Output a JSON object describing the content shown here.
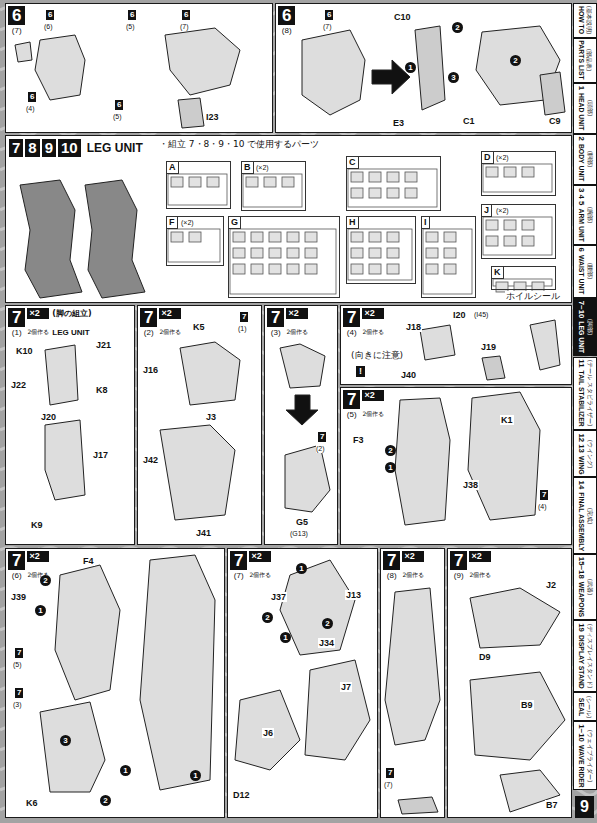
{
  "diagram": {
    "nodes": [
      {
        "text": [
          "6",
          "(7)"
        ]
      },
      {
        "text": [
          "6",
          "(8)"
        ]
      },
      {
        "text": [
          "7",
          "8",
          "9",
          "10",
          "LEG UNIT"
        ]
      },
      {
        "text": [
          "A"
        ],
        "in": 2
      },
      {
        "text": [
          "B",
          "(×2)"
        ],
        "in": 2
      },
      {
        "text": [
          "C"
        ],
        "in": 2
      },
      {
        "text": [
          "D",
          "(×2)"
        ],
        "in": 2
      },
      {
        "text": [
          "F",
          "(×2)"
        ],
        "in": 2
      },
      {
        "text": [
          "G"
        ],
        "in": 2
      },
      {
        "text": [
          "H"
        ],
        "in": 2
      },
      {
        "text": [
          "I"
        ],
        "in": 2
      },
      {
        "text": [
          "J",
          "(×2)"
        ],
        "in": 2
      },
      {
        "text": [
          "K"
        ],
        "in": 2
      },
      {
        "text": [
          "7",
          "×2",
          "(1)",
          "2個作る",
          "(脚の組立)",
          "LEG UNIT"
        ]
      },
      {
        "text": [
          "7",
          "×2",
          "(2)",
          "2個作る"
        ]
      },
      {
        "text": [
          "7",
          "×2",
          "(3)",
          "2個作る"
        ]
      },
      {
        "text": [
          "7",
          "×2",
          "(4)",
          "2個作る"
        ]
      },
      {
        "text": [
          "7",
          "×2",
          "(5)",
          "2個作る"
        ]
      },
      {
        "text": [
          "7",
          "×2",
          "(6)",
          "2個作る"
        ]
      },
      {
        "text": [
          "7",
          "×2",
          "(7)",
          "2個作る"
        ]
      },
      {
        "text": [
          "7",
          "×2",
          "(8)",
          "2個作る"
        ]
      },
      {
        "text": [
          "7",
          "×2",
          "(9)",
          "2個作る"
        ]
      },
      {
        "text": [
          "(基本説明)",
          "HOW TO"
        ]
      },
      {
        "text": [
          "(部品表)",
          "PARTS LIST"
        ]
      },
      {
        "text": [
          "(頭部)",
          "1",
          "HEAD UNIT"
        ]
      },
      {
        "text": [
          "(胴部)",
          "2",
          "BODY UNIT"
        ]
      },
      {
        "text": [
          "(腕部)",
          "3 4 5",
          "ARM UNIT"
        ]
      },
      {
        "text": [
          "(腰部)",
          "6",
          "WAIST UNIT"
        ]
      },
      {
        "text": [
          "(脚部)",
          "7~10",
          "LEG UNIT"
        ]
      },
      {
        "text": [
          "(テール スタビライザー)",
          "11",
          "TAIL STABILIZER"
        ]
      },
      {
        "text": [
          "(ウイング)",
          "12 13",
          "WING"
        ]
      },
      {
        "text": [
          "(完成)",
          "14",
          "FINAL ASSEMBLY"
        ]
      },
      {
        "text": [
          "(武器)",
          "15~18",
          "WEAPONS"
        ]
      },
      {
        "text": [
          "(ディスプレイスタンド)",
          "19",
          "DISPLAY STAND"
        ]
      },
      {
        "text": [
          "(シール)",
          "SEAL"
        ]
      },
      {
        "text": [
          "(ウェイブライダー)",
          "1~10",
          "WAVE RIDER"
        ]
      }
    ],
    "labels": [
      "6",
      "(6)",
      "6",
      "(5)",
      "6",
      "(4)",
      "6",
      "(5)",
      "6",
      "(7)",
      "I23",
      "6",
      "(7)",
      "C10",
      "2",
      "2",
      "1",
      "3",
      "E3",
      "C1",
      "C9",
      "・組立 7・8・9・10 で使用するパーツ",
      "ホイルシール",
      "K10",
      "J21",
      "J22",
      "K8",
      "J20",
      "J17",
      "K9",
      "J16",
      "K5",
      "7",
      "(1)",
      "J3",
      "J42",
      "J41",
      "7",
      "(2)",
      "G5",
      "(G13)",
      "I20",
      "(I45)",
      "J18",
      "J19",
      "(向きに注意)",
      "!",
      "J40",
      "F3",
      "2",
      "1",
      "K1",
      "J38",
      "7",
      "(4)",
      "F4",
      "2",
      "1",
      "J39",
      "7",
      "(5)",
      "7",
      "(3)",
      "3",
      "1",
      "K6",
      "2",
      "1",
      "1",
      "J37",
      "J13",
      "2",
      "1",
      "2",
      "J34",
      "J7",
      "J6",
      "D12",
      "7",
      "(7)",
      "J2",
      "D9",
      "B9",
      "B7",
      "9"
    ]
  }
}
